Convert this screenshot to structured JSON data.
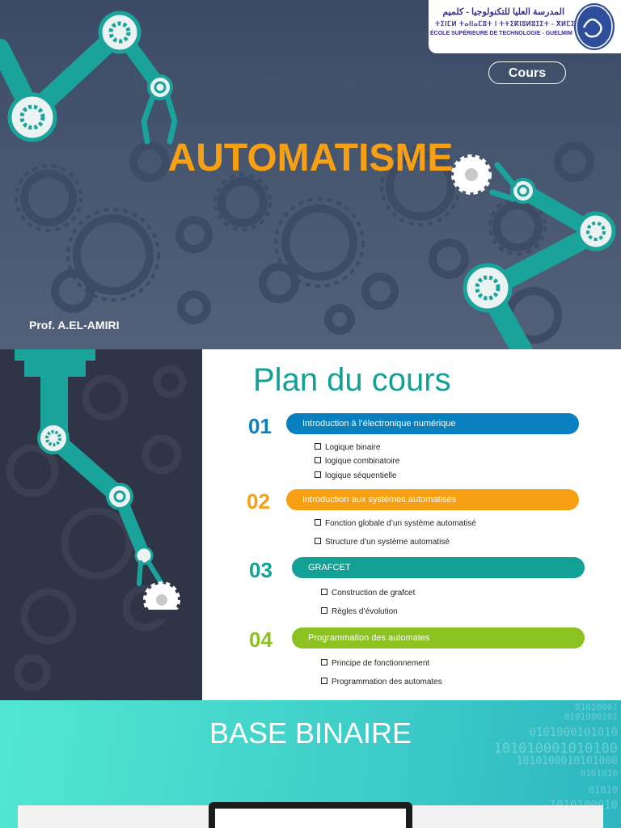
{
  "slide1": {
    "title": "AUTOMATISME",
    "button_label": "Cours",
    "author": "Prof. A.EL-AMIRI",
    "logo": {
      "arabic": "المدرسة العليا للتكنولوجيا - كلميم",
      "tifinagh": "ⵜⵉⵏⵎⵍ ⵜⴰⵏⵏⴰⵎⵓⵜ ⵏ ⵜⵜⵉⴽⵏⵓⵍⵓⵊⵉⵜ - ⴳⵍⵎⵉⵎ",
      "french": "ÉCOLE SUPÉRIEURE DE TECHNOLOGIE - GUELMIM",
      "seal_alt": "university-ibn-zohr-seal"
    },
    "colors": {
      "title": "#f7a013",
      "bg": "#47566f",
      "arm": "#1aa39a"
    }
  },
  "slide2": {
    "title": "Plan du cours",
    "sections": [
      {
        "num": "01",
        "label": "Introduction à l’électronique numérique",
        "color": "#0a7fc0",
        "items": [
          "Logique binaire",
          "logique combinatoire",
          "logique séquentielle"
        ]
      },
      {
        "num": "02",
        "label": "Introduction aux systèmes automatisés",
        "color": "#f7a013",
        "items": [
          "Fonction globale d’un système automatisé",
          "Structure d’un système automatisé"
        ]
      },
      {
        "num": "03",
        "label": "GRAFCET",
        "color": "#13a095",
        "items": [
          "Construction de grafcet",
          "Règles d’évolution"
        ]
      },
      {
        "num": "04",
        "label": "Programmation des automates",
        "color": "#8cc21f",
        "items": [
          "Principe de fonctionnement",
          "Programmation des automates"
        ]
      }
    ]
  },
  "slide3": {
    "title": "BASE BINAIRE",
    "binary_lines": [
      "01010001",
      "0101000101",
      "0101000101010",
      "101010001010100",
      "1010100010101000",
      "0101010",
      "01010",
      "1010100010"
    ]
  }
}
